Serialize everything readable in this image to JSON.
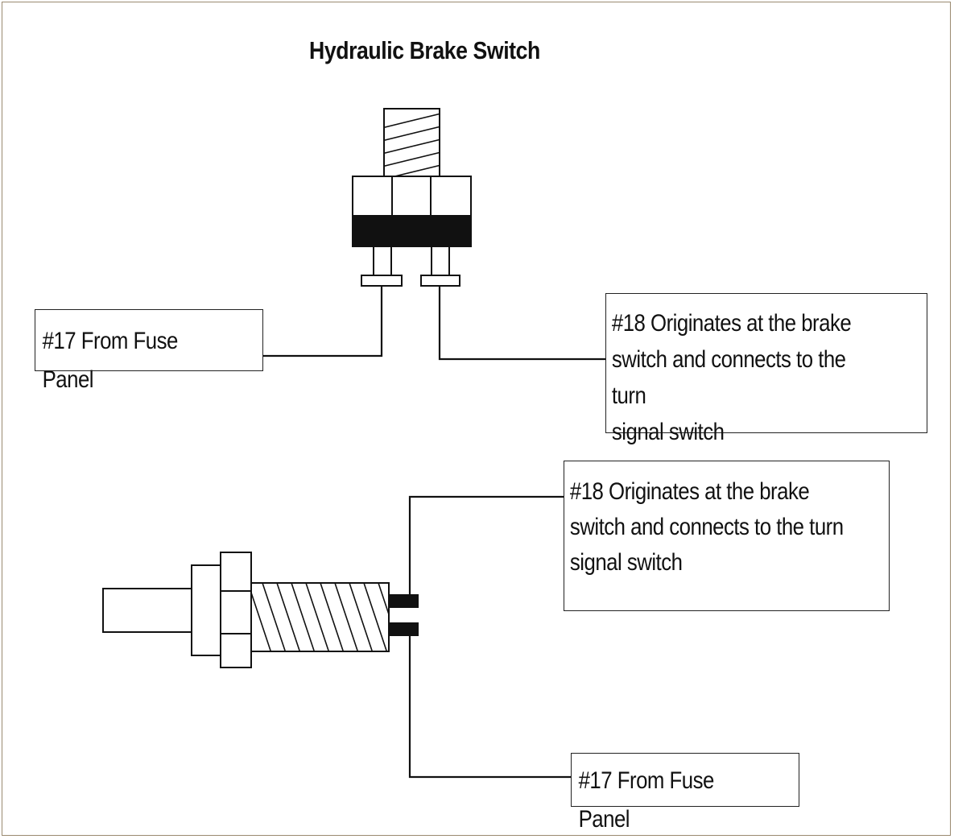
{
  "title": "Hydraulic Brake Switch",
  "labels": {
    "top_wire_17": "#17 From Fuse Panel",
    "top_wire_18": "#18 Originates at the brake\nswitch and connects to the turn\nsignal switch",
    "bottom_wire_18": "#18 Originates at the brake\nswitch and connects to the turn\nsignal switch",
    "bottom_wire_17": "#17 From Fuse Panel"
  },
  "colors": {
    "ink": "#111111",
    "frame": "#9a8a70"
  }
}
